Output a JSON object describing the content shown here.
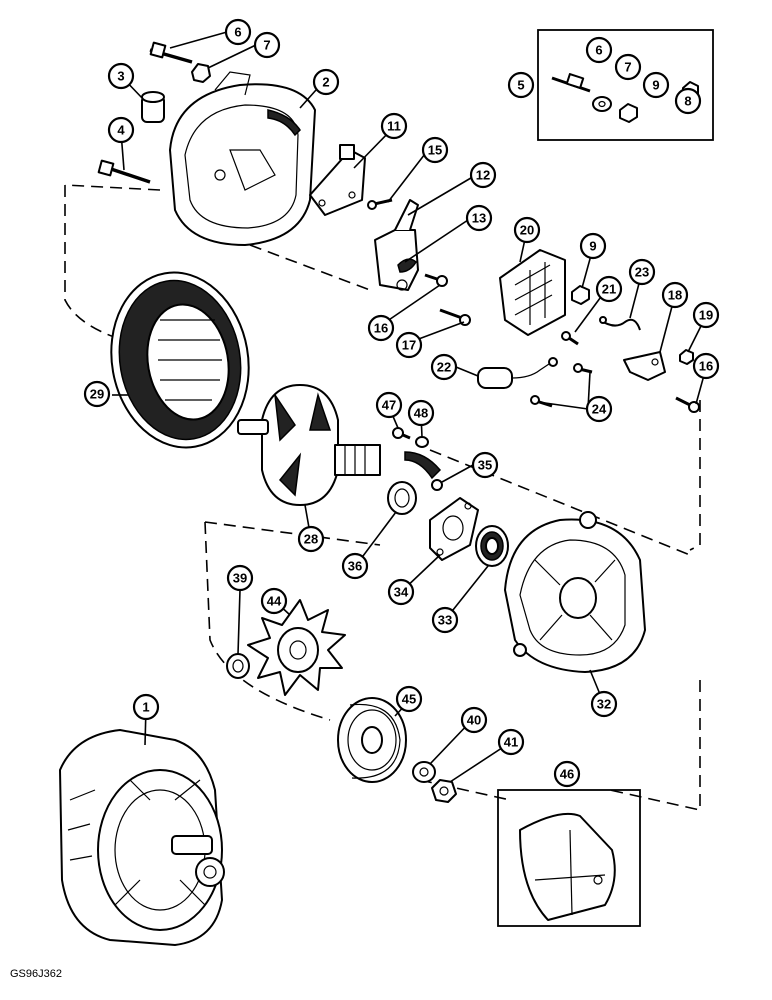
{
  "reference_code": "GS96J362",
  "callouts": {
    "c1": "1",
    "c2": "2",
    "c3": "3",
    "c4": "4",
    "c5": "5",
    "c6a": "6",
    "c6b": "6",
    "c7a": "7",
    "c7b": "7",
    "c8": "8",
    "c9a": "9",
    "c9b": "9",
    "c11": "11",
    "c12": "12",
    "c13": "13",
    "c15": "15",
    "c16a": "16",
    "c16b": "16",
    "c17": "17",
    "c18": "18",
    "c19": "19",
    "c20": "20",
    "c21": "21",
    "c22": "22",
    "c23": "23",
    "c24": "24",
    "c28": "28",
    "c29": "29",
    "c32": "32",
    "c33": "33",
    "c34": "34",
    "c35": "35",
    "c36": "36",
    "c39": "39",
    "c40": "40",
    "c41": "41",
    "c44": "44",
    "c45": "45",
    "c46": "46",
    "c47": "47",
    "c48": "48"
  }
}
